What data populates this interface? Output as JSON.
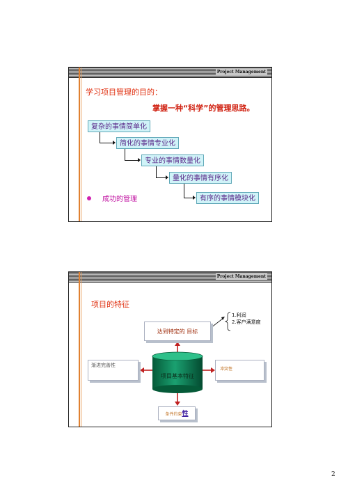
{
  "slide1": {
    "header": "Project Management",
    "title": "学习项目管理的目的：",
    "subtitle": "掌握一种“科学”的管理思路。",
    "steps": [
      "复杂的事情简单化",
      "简化的事情专业化",
      "专业的事情数量化",
      "量化的事情有序化",
      "有序的事情模块化"
    ],
    "bullet": "成功的管理",
    "colors": {
      "title": "#e03010",
      "step_fill": "#d0f3f8",
      "step_text": "#5a2a8a",
      "bullet": "#c010a0",
      "accent_line": "#e08030"
    }
  },
  "slide2": {
    "header": "Project Management",
    "title": "项目的特征",
    "goal": "达到特定的 目标",
    "goal_items": [
      "1.利润",
      "2.客户满意度"
    ],
    "center": "项目基本特征",
    "left": "渐进完善性",
    "right": "冲突性",
    "bottom_small": "条件约束",
    "bottom_big": "性",
    "colors": {
      "cylinder": "#0a7a50",
      "arrow": "#c02020"
    }
  },
  "page_number": "2"
}
